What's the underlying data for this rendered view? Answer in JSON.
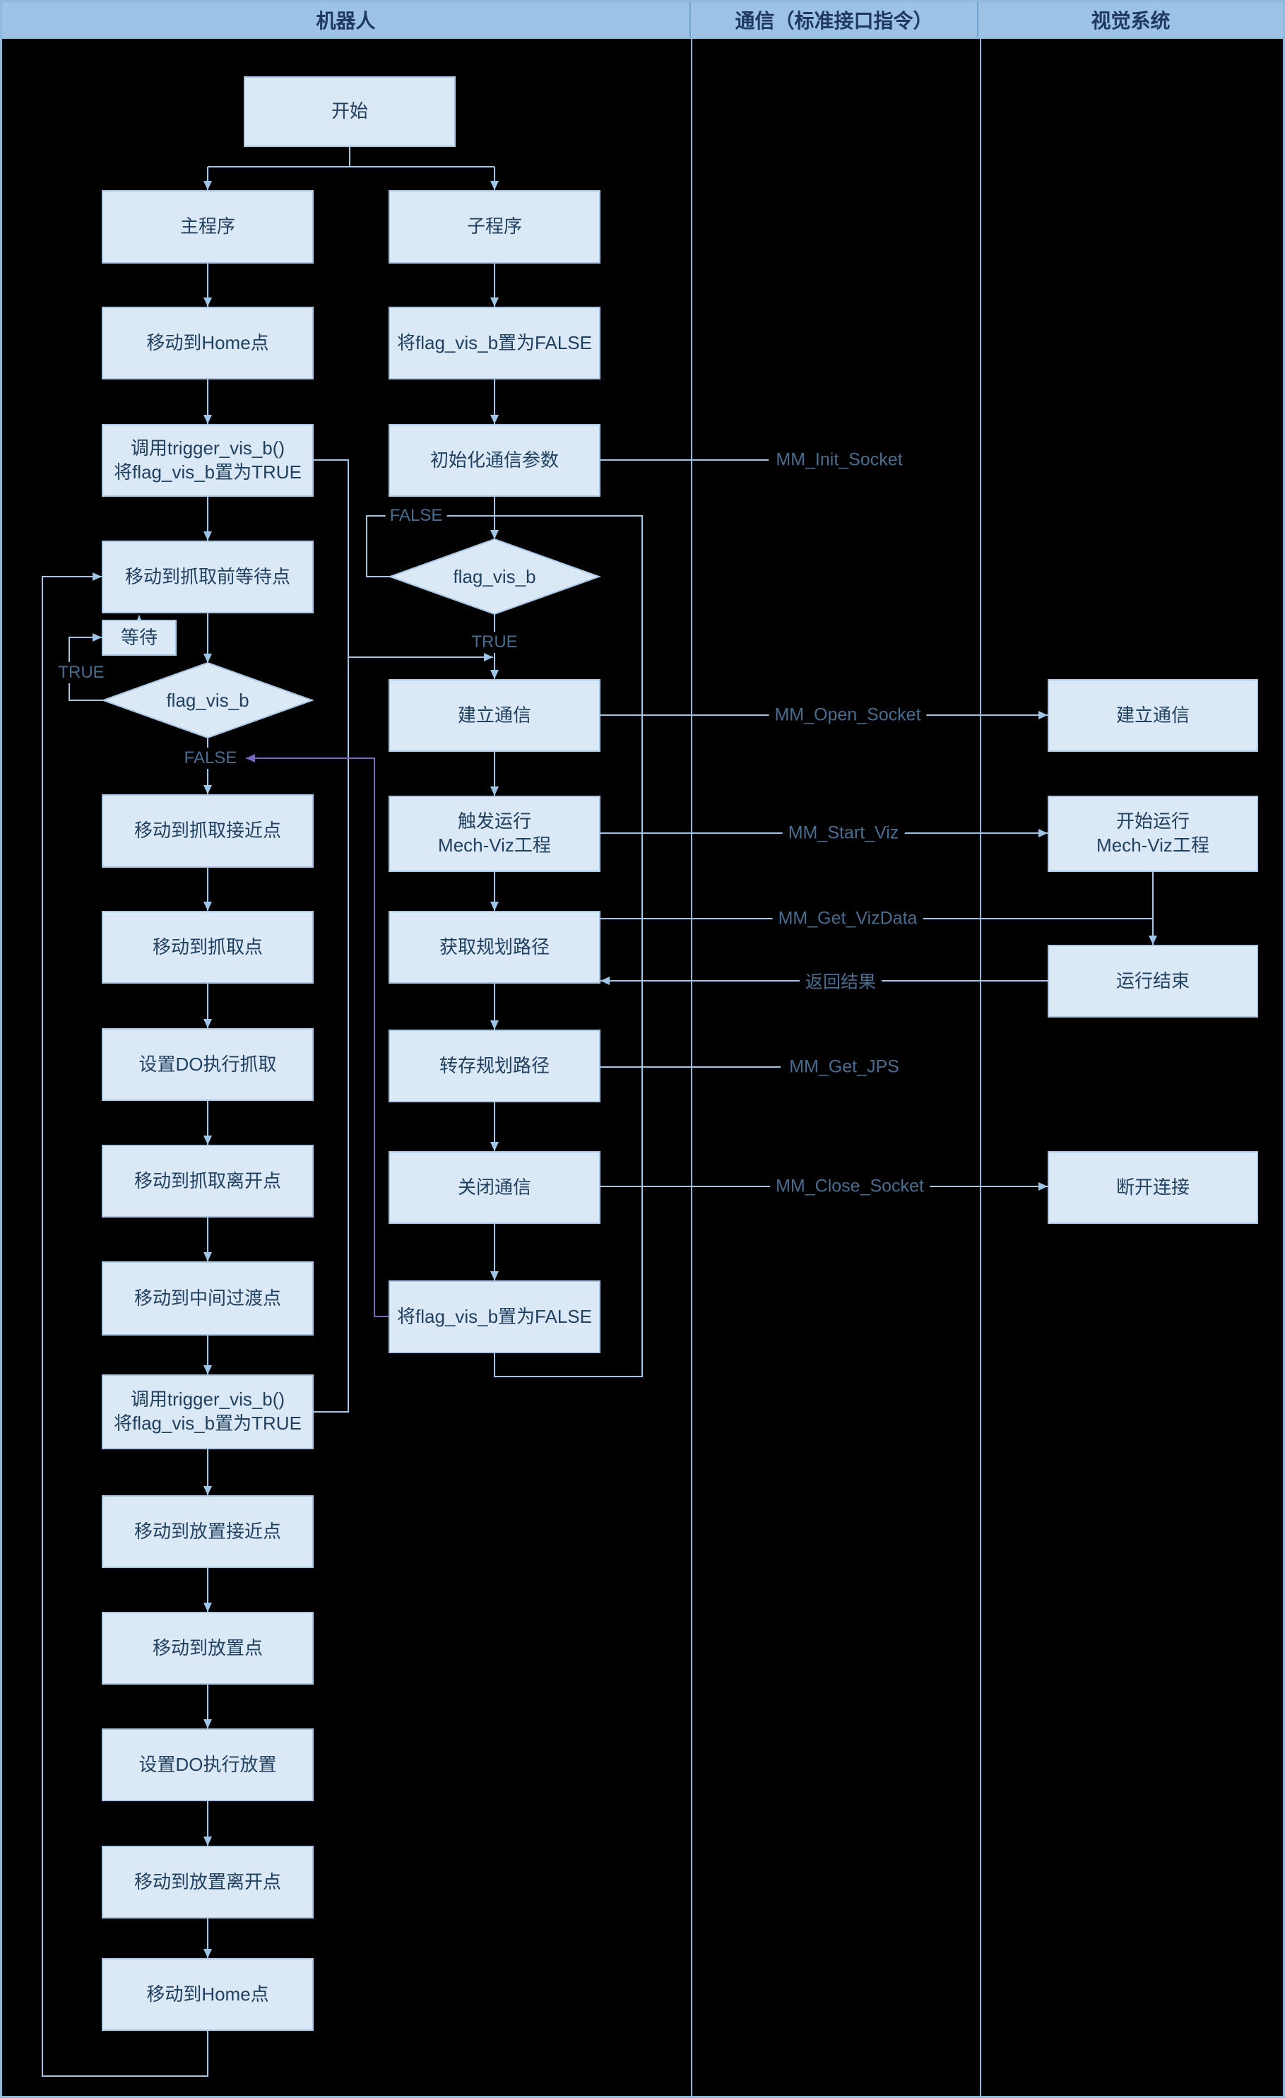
{
  "header": {
    "lanes": [
      {
        "label": "机器人"
      },
      {
        "label": "通信（标准接口指令）"
      },
      {
        "label": "视觉系统"
      }
    ]
  },
  "colors": {
    "background": "#000000",
    "header_bg": "#9cc3e5",
    "header_text": "#1f3864",
    "node_fill": "#dbe8f6",
    "node_border": "#a9c7e4",
    "node_text": "#20415f",
    "connector": "#9fc6e6",
    "connector_flag": "#7b68be",
    "edge_label_text": "#4a6c8e"
  },
  "nodes": {
    "start": {
      "label": "开始"
    },
    "main_program": {
      "label": "主程序"
    },
    "sub_program": {
      "label": "子程序"
    },
    "move_home_1": {
      "label": "移动到Home点"
    },
    "set_flag_false_top": {
      "label": "将flag_vis_b置为FALSE"
    },
    "trigger_1": {
      "line1": "调用trigger_vis_b()",
      "line2": "将flag_vis_b置为TRUE"
    },
    "init_comm": {
      "label": "初始化通信参数"
    },
    "move_wait_point": {
      "label": "移动到抓取前等待点"
    },
    "wait": {
      "label": "等待"
    },
    "flag_check_main": {
      "label": "flag_vis_b"
    },
    "flag_check_sub": {
      "label": "flag_vis_b"
    },
    "move_grab_approach": {
      "label": "移动到抓取接近点"
    },
    "move_grab": {
      "label": "移动到抓取点"
    },
    "do_grab": {
      "label": "设置DO执行抓取"
    },
    "move_grab_leave": {
      "label": "移动到抓取离开点"
    },
    "move_mid": {
      "label": "移动到中间过渡点"
    },
    "trigger_2": {
      "line1": "调用trigger_vis_b()",
      "line2": "将flag_vis_b置为TRUE"
    },
    "move_place_approach": {
      "label": "移动到放置接近点"
    },
    "move_place": {
      "label": "移动到放置点"
    },
    "do_place": {
      "label": "设置DO执行放置"
    },
    "move_place_leave": {
      "label": "移动到放置离开点"
    },
    "move_home_2": {
      "label": "移动到Home点"
    },
    "open_comm_sub": {
      "label": "建立通信"
    },
    "trigger_viz": {
      "line1": "触发运行",
      "line2": "Mech-Viz工程"
    },
    "get_path": {
      "label": "获取规划路径"
    },
    "save_path": {
      "label": "转存规划路径"
    },
    "close_comm": {
      "label": "关闭通信"
    },
    "set_flag_false_bottom": {
      "label": "将flag_vis_b置为FALSE"
    },
    "open_comm_vision": {
      "label": "建立通信"
    },
    "start_run": {
      "line1": "开始运行",
      "line2": "Mech-Viz工程"
    },
    "run_end": {
      "label": "运行结束"
    },
    "disconnect": {
      "label": "断开连接"
    }
  },
  "edge_labels": {
    "mm_init_socket": "MM_Init_Socket",
    "mm_open_socket": "MM_Open_Socket",
    "mm_start_viz": "MM_Start_Viz",
    "mm_get_vizdata": "MM_Get_VizData",
    "return_result": "返回结果",
    "mm_get_jps": "MM_Get_JPS",
    "mm_close_socket": "MM_Close_Socket",
    "true_main": "TRUE",
    "false_main": "FALSE",
    "true_sub": "TRUE",
    "false_sub": "FALSE"
  }
}
